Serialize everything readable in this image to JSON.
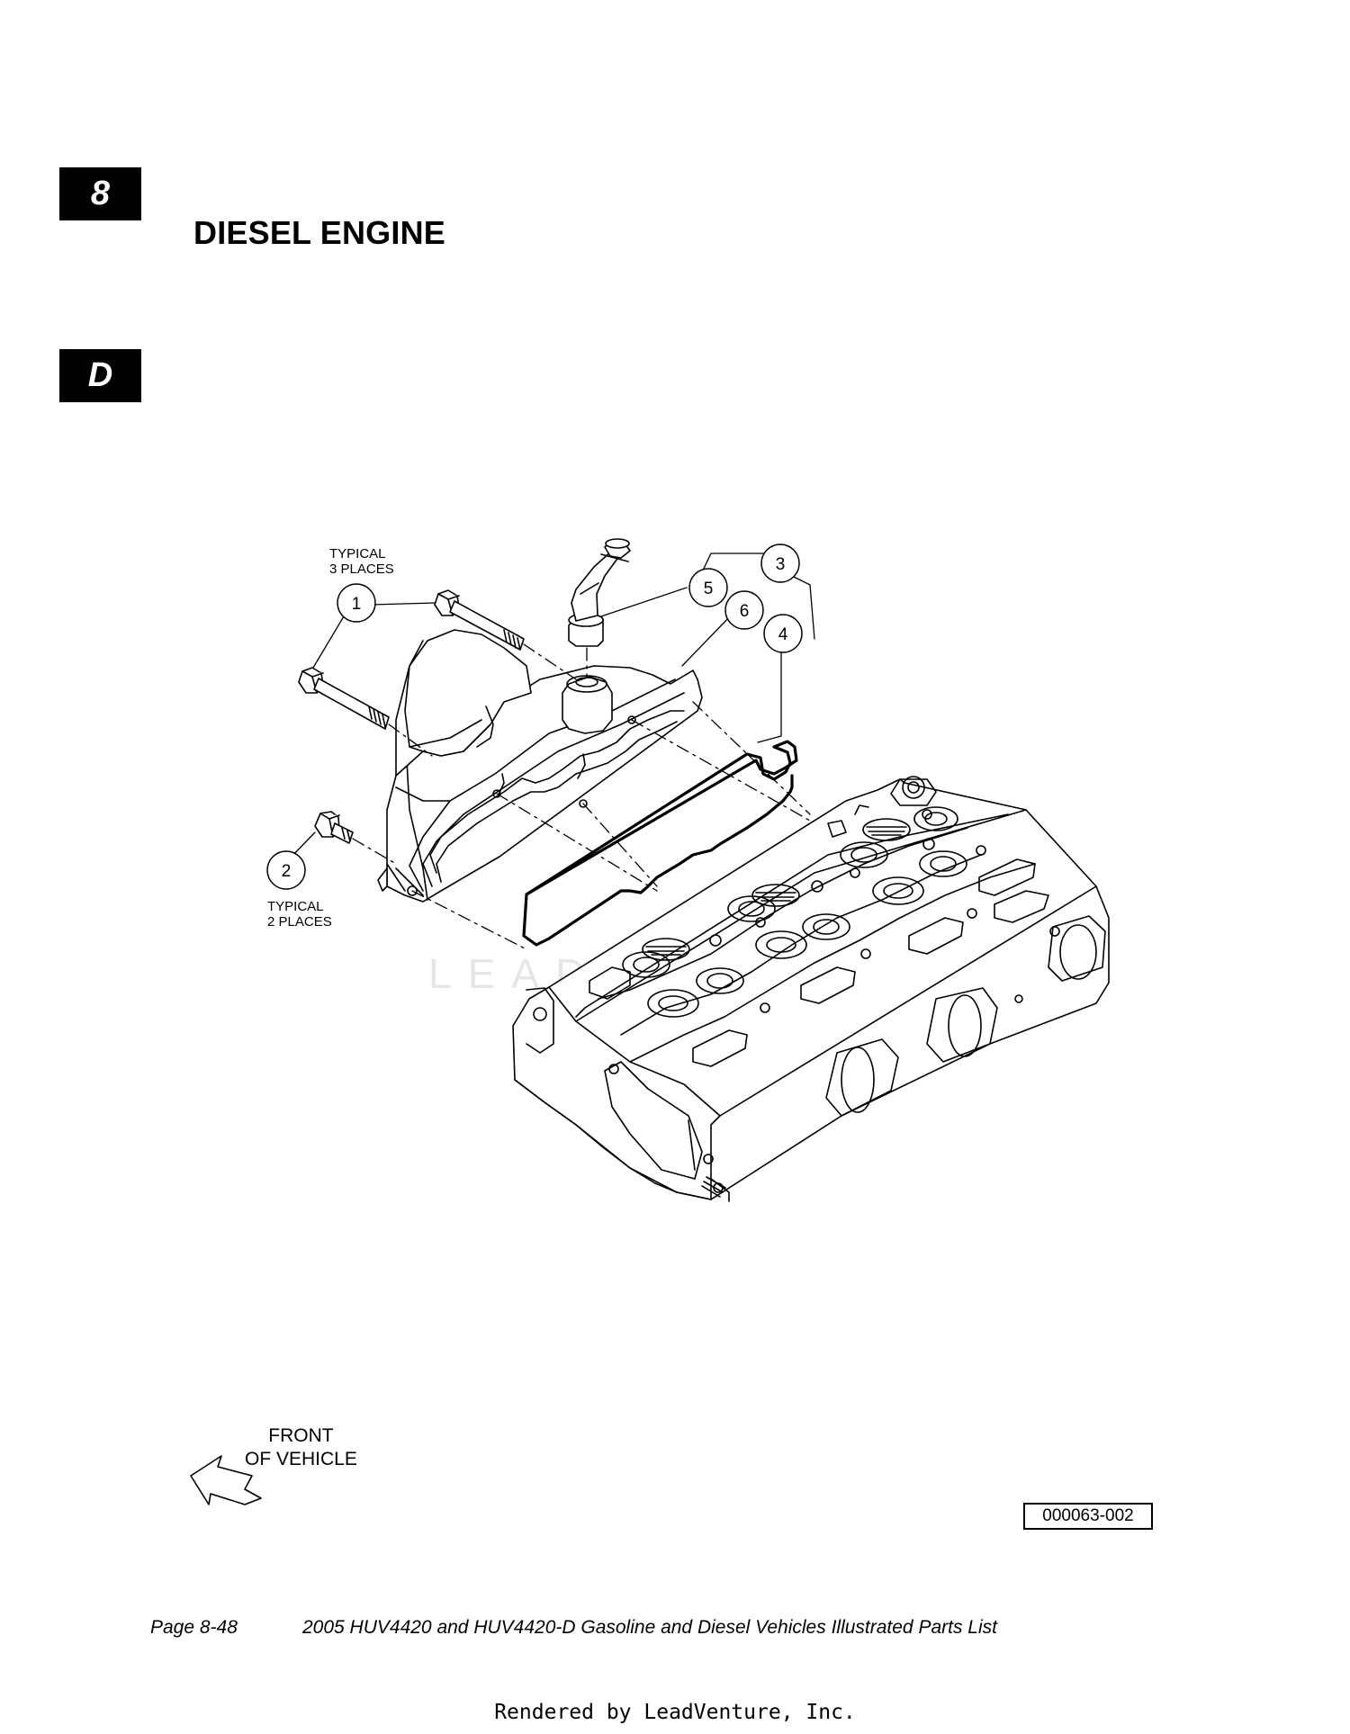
{
  "section_tab": "8",
  "letter_tab": "D",
  "page_title": "DIESEL ENGINE",
  "notes": {
    "typical_3_line1": "TYPICAL",
    "typical_3_line2": "3 PLACES",
    "typical_2_line1": "TYPICAL",
    "typical_2_line2": "2 PLACES"
  },
  "callouts": [
    "1",
    "2",
    "3",
    "4",
    "5",
    "6"
  ],
  "watermark": "LEADVENTURE",
  "front_label_line1": "FRONT",
  "front_label_line2": "OF VEHICLE",
  "figure_id": "000063-002",
  "footer": {
    "page": "Page 8-48",
    "title": "2005 HUV4420 and HUV4420-D Gasoline and Diesel Vehicles Illustrated Parts List"
  },
  "rendered_by": "Rendered by LeadVenture, Inc."
}
